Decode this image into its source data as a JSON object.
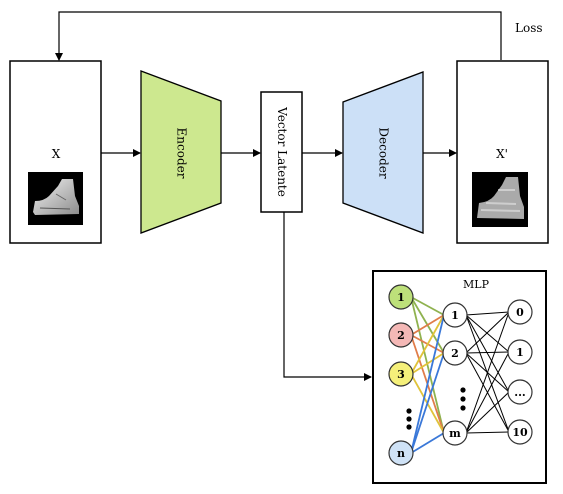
{
  "loss_label": "Loss",
  "input_block": {
    "label": "X"
  },
  "encoder": {
    "label": "Encoder",
    "color": "#cde88f"
  },
  "latent": {
    "label": "Vector Latente"
  },
  "decoder": {
    "label": "Decoder",
    "color": "#cce0f7"
  },
  "output_block": {
    "label": "X'"
  },
  "mlp": {
    "title": "MLP",
    "inputs": [
      {
        "label": "1",
        "color": "#bde07a"
      },
      {
        "label": "2",
        "color": "#f4b8b6"
      },
      {
        "label": "3",
        "color": "#f5f07a"
      },
      {
        "label": "n",
        "color": "#cfe2f6"
      }
    ],
    "hidden": [
      "1",
      "2",
      "m"
    ],
    "outputs": [
      "0",
      "1",
      "...",
      "10"
    ],
    "edge_colors": [
      "#8fb24f",
      "#e07d4a",
      "#3a78d8"
    ]
  }
}
